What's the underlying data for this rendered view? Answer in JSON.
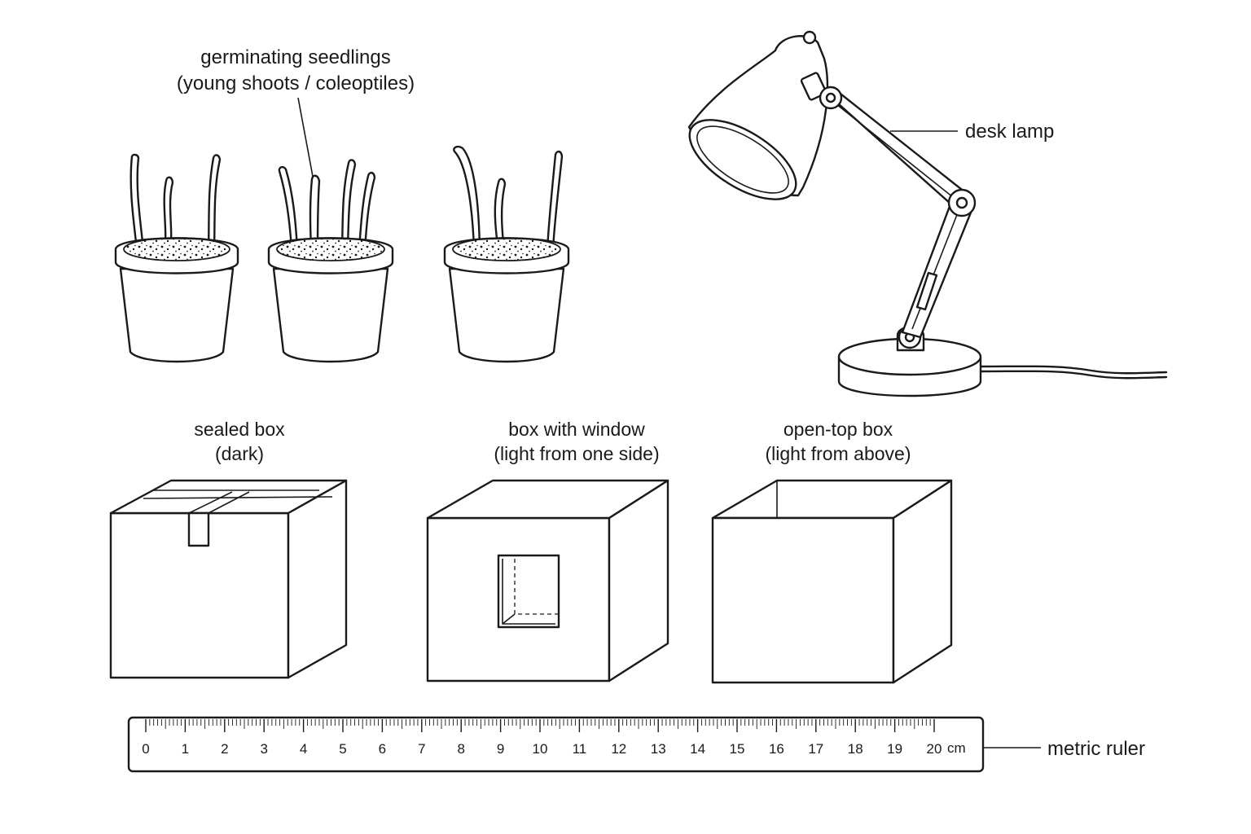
{
  "labels": {
    "seedlings_line1": "germinating seedlings",
    "seedlings_line2": "(young shoots / coleoptiles)",
    "desk_lamp": "desk lamp",
    "sealed_box_line1": "sealed box",
    "sealed_box_line2": "(dark)",
    "window_box_line1": "box with window",
    "window_box_line2": "(light from one side)",
    "open_box_line1": "open-top box",
    "open_box_line2": "(light from above)",
    "metric_ruler": "metric ruler"
  },
  "ruler": {
    "numbers": [
      "0",
      "1",
      "2",
      "3",
      "4",
      "5",
      "6",
      "7",
      "8",
      "9",
      "10",
      "11",
      "12",
      "13",
      "14",
      "15",
      "16",
      "17",
      "18",
      "19",
      "20"
    ],
    "unit": "cm"
  },
  "colors": {
    "ink": "#1a1a1a",
    "background": "#ffffff"
  }
}
